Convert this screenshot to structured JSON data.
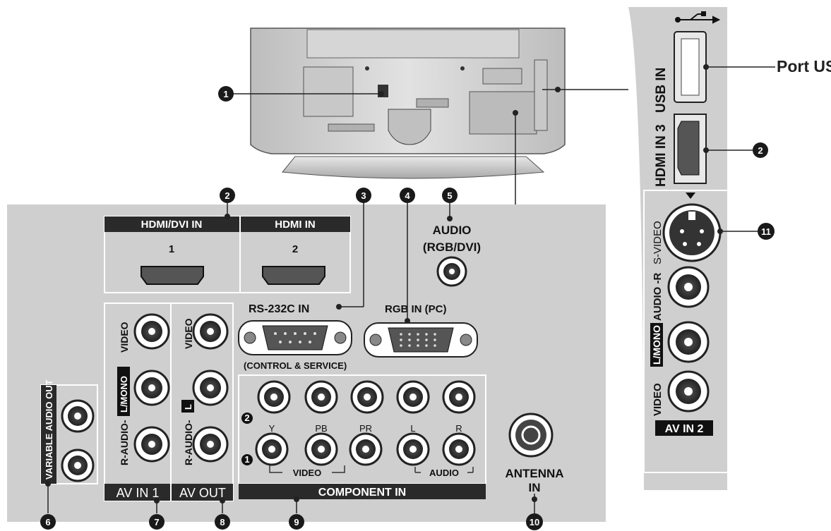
{
  "callouts": {
    "n1": "1",
    "n2": "2",
    "n3": "3",
    "n4": "4",
    "n5": "5",
    "n6": "6",
    "n7": "7",
    "n8": "8",
    "n9": "9",
    "n10": "10",
    "n11": "11"
  },
  "side_panel": {
    "usb_label": "USB IN",
    "usb_callout_text": "Port USB",
    "hdmi3_label": "HDMI IN 3",
    "svideo_label": "S-VIDEO",
    "audio_r_label": "AUDIO -R",
    "audio_l_mono_label": "L/MONO",
    "video_label": "VIDEO",
    "av_in2_label": "AV IN 2"
  },
  "main_panel": {
    "hdmi_dvi_header": "HDMI/DVI IN",
    "hdmi_header": "HDMI IN",
    "hdmi1_number": "1",
    "hdmi2_number": "2",
    "audio_rgb_dvi_line1": "AUDIO",
    "audio_rgb_dvi_line2": "(RGB/DVI)",
    "rs232c_label": "RS-232C IN",
    "control_service_label": "(CONTROL & SERVICE)",
    "rgb_in_label": "RGB IN (PC)",
    "av_in1_video": "VIDEO",
    "av_in1_lmono": "L/MONO",
    "av_in1_r_audio": "R-AUDIO-",
    "av_out_video": "VIDEO",
    "av_out_l": "L",
    "av_out_r_audio": "R-AUDIO-",
    "av_in1_footer": "AV IN 1",
    "av_out_footer": "AV OUT",
    "variable_audio_out": "VARIABLE AUDIO OUT",
    "component_y": "Y",
    "component_pb": "PB",
    "component_pr": "PR",
    "component_l": "L",
    "component_r": "R",
    "component_video": "VIDEO",
    "component_audio": "AUDIO",
    "component_row2": "2",
    "component_row1": "1",
    "component_footer": "COMPONENT IN",
    "antenna_line1": "ANTENNA",
    "antenna_line2": "IN"
  },
  "colors": {
    "panel_gray": "#cfcfcf",
    "label_bar": "#2a2a2a",
    "callout_fill": "#1a1a1a"
  }
}
